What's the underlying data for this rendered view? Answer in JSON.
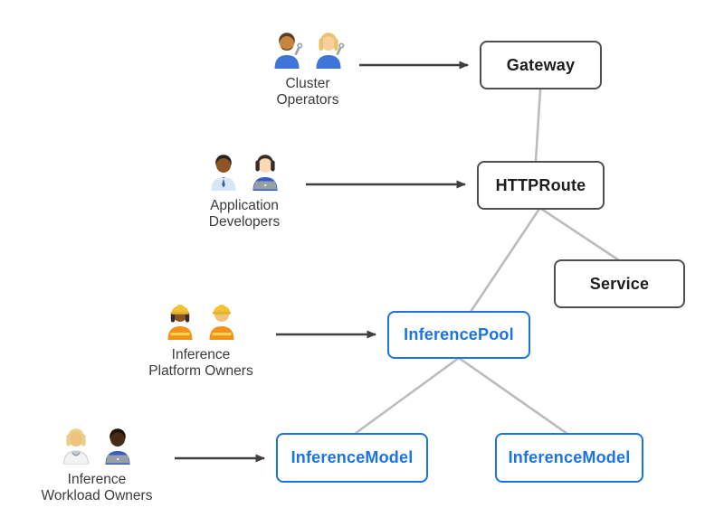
{
  "diagram": {
    "nodes": {
      "gateway": {
        "label": "Gateway",
        "variant": "standard"
      },
      "httproute": {
        "label": "HTTPRoute",
        "variant": "standard"
      },
      "service": {
        "label": "Service",
        "variant": "standard"
      },
      "inferencepool": {
        "label": "InferencePool",
        "variant": "extension"
      },
      "inferencemodel_left": {
        "label": "InferenceModel",
        "variant": "extension"
      },
      "inferencemodel_right": {
        "label": "InferenceModel",
        "variant": "extension"
      }
    },
    "actors": {
      "cluster_operators": {
        "label": "Cluster Operators",
        "label_lines": [
          "Cluster",
          "Operators"
        ],
        "icons": [
          "man-mechanic-icon",
          "woman-mechanic-icon"
        ]
      },
      "application_developers": {
        "label": "Application Developers",
        "label_lines": [
          "Application",
          "Developers"
        ],
        "icons": [
          "man-office-worker-icon",
          "woman-technologist-icon"
        ]
      },
      "inference_platform_owners": {
        "label": "Inference Platform Owners",
        "label_lines": [
          "Inference",
          "Platform Owners"
        ],
        "icons": [
          "woman-construction-worker-icon",
          "man-construction-worker-icon"
        ]
      },
      "inference_workload_owners": {
        "label": "Inference Workload Owners",
        "label_lines": [
          "Inference",
          "Workload Owners"
        ],
        "icons": [
          "health-worker-icon",
          "man-technologist-icon"
        ]
      }
    },
    "edges": [
      {
        "from": "Gateway",
        "to": "HTTPRoute"
      },
      {
        "from": "HTTPRoute",
        "to": "Service"
      },
      {
        "from": "HTTPRoute",
        "to": "InferencePool"
      },
      {
        "from": "InferencePool",
        "to": "InferenceModel (left)"
      },
      {
        "from": "InferencePool",
        "to": "InferenceModel (right)"
      }
    ],
    "actor_arrows": [
      {
        "from": "Cluster Operators",
        "to": "Gateway"
      },
      {
        "from": "Application Developers",
        "to": "HTTPRoute"
      },
      {
        "from": "Inference Platform Owners",
        "to": "InferencePool"
      },
      {
        "from": "Inference Workload Owners",
        "to": "InferenceModel (left)"
      }
    ],
    "colors": {
      "background": "#ffffff",
      "standard_border": "#4f4f4f",
      "standard_text": "#1d1d1d",
      "extension_blue": "#1a73e8",
      "connector_gray": "#bcbcbc",
      "arrow_dark": "#3f3f3f",
      "actor_label_text": "#3b3b3b"
    }
  }
}
